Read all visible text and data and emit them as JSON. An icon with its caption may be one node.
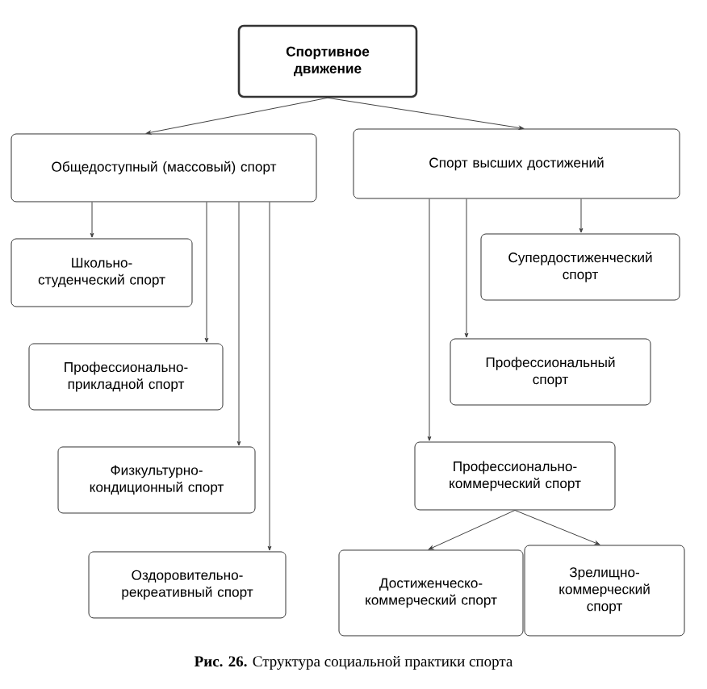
{
  "diagram": {
    "caption": "**Рис. 26.** Структура социальной практики спорта",
    "nodes": [
      {
        "text": [
          "Спортивное движение"
        ]
      },
      {
        "text": [
          "Общедоступный (массовый) спорт"
        ]
      },
      {
        "text": [
          "Спорт высших достижений"
        ]
      },
      {
        "text": [
          "Школьно-студенческий спорт"
        ]
      },
      {
        "text": [
          "Профессионально-прикладной спорт"
        ]
      },
      {
        "text": [
          "Физкультурно-кондиционный спорт"
        ]
      },
      {
        "text": [
          "Оздоровительно-рекреативный спорт"
        ]
      },
      {
        "text": [
          "Супердостиженческий спорт"
        ]
      },
      {
        "text": [
          "Профессиональный спорт"
        ]
      },
      {
        "text": [
          "Профессионально-коммерческий спорт"
        ]
      },
      {
        "text": [
          "Достиженческо-коммерческий спорт"
        ]
      },
      {
        "text": [
          "Зрелищно-коммерческий спорт"
        ]
      }
    ],
    "edges": [
      {
        "from": 0,
        "to": 1,
        "arrow": "to"
      },
      {
        "from": 0,
        "to": 2,
        "arrow": "to"
      },
      {
        "from": 1,
        "to": 3,
        "arrow": "to"
      },
      {
        "from": 1,
        "to": 4,
        "arrow": "to"
      },
      {
        "from": 1,
        "to": 5,
        "arrow": "to"
      },
      {
        "from": 1,
        "to": 6,
        "arrow": "to"
      },
      {
        "from": 2,
        "to": 7,
        "arrow": "to"
      },
      {
        "from": 2,
        "to": 8,
        "arrow": "to"
      },
      {
        "from": 2,
        "to": 9,
        "arrow": "to"
      },
      {
        "from": 9,
        "to": 10,
        "arrow": "to"
      },
      {
        "from": 9,
        "to": 11,
        "arrow": "to"
      }
    ]
  }
}
